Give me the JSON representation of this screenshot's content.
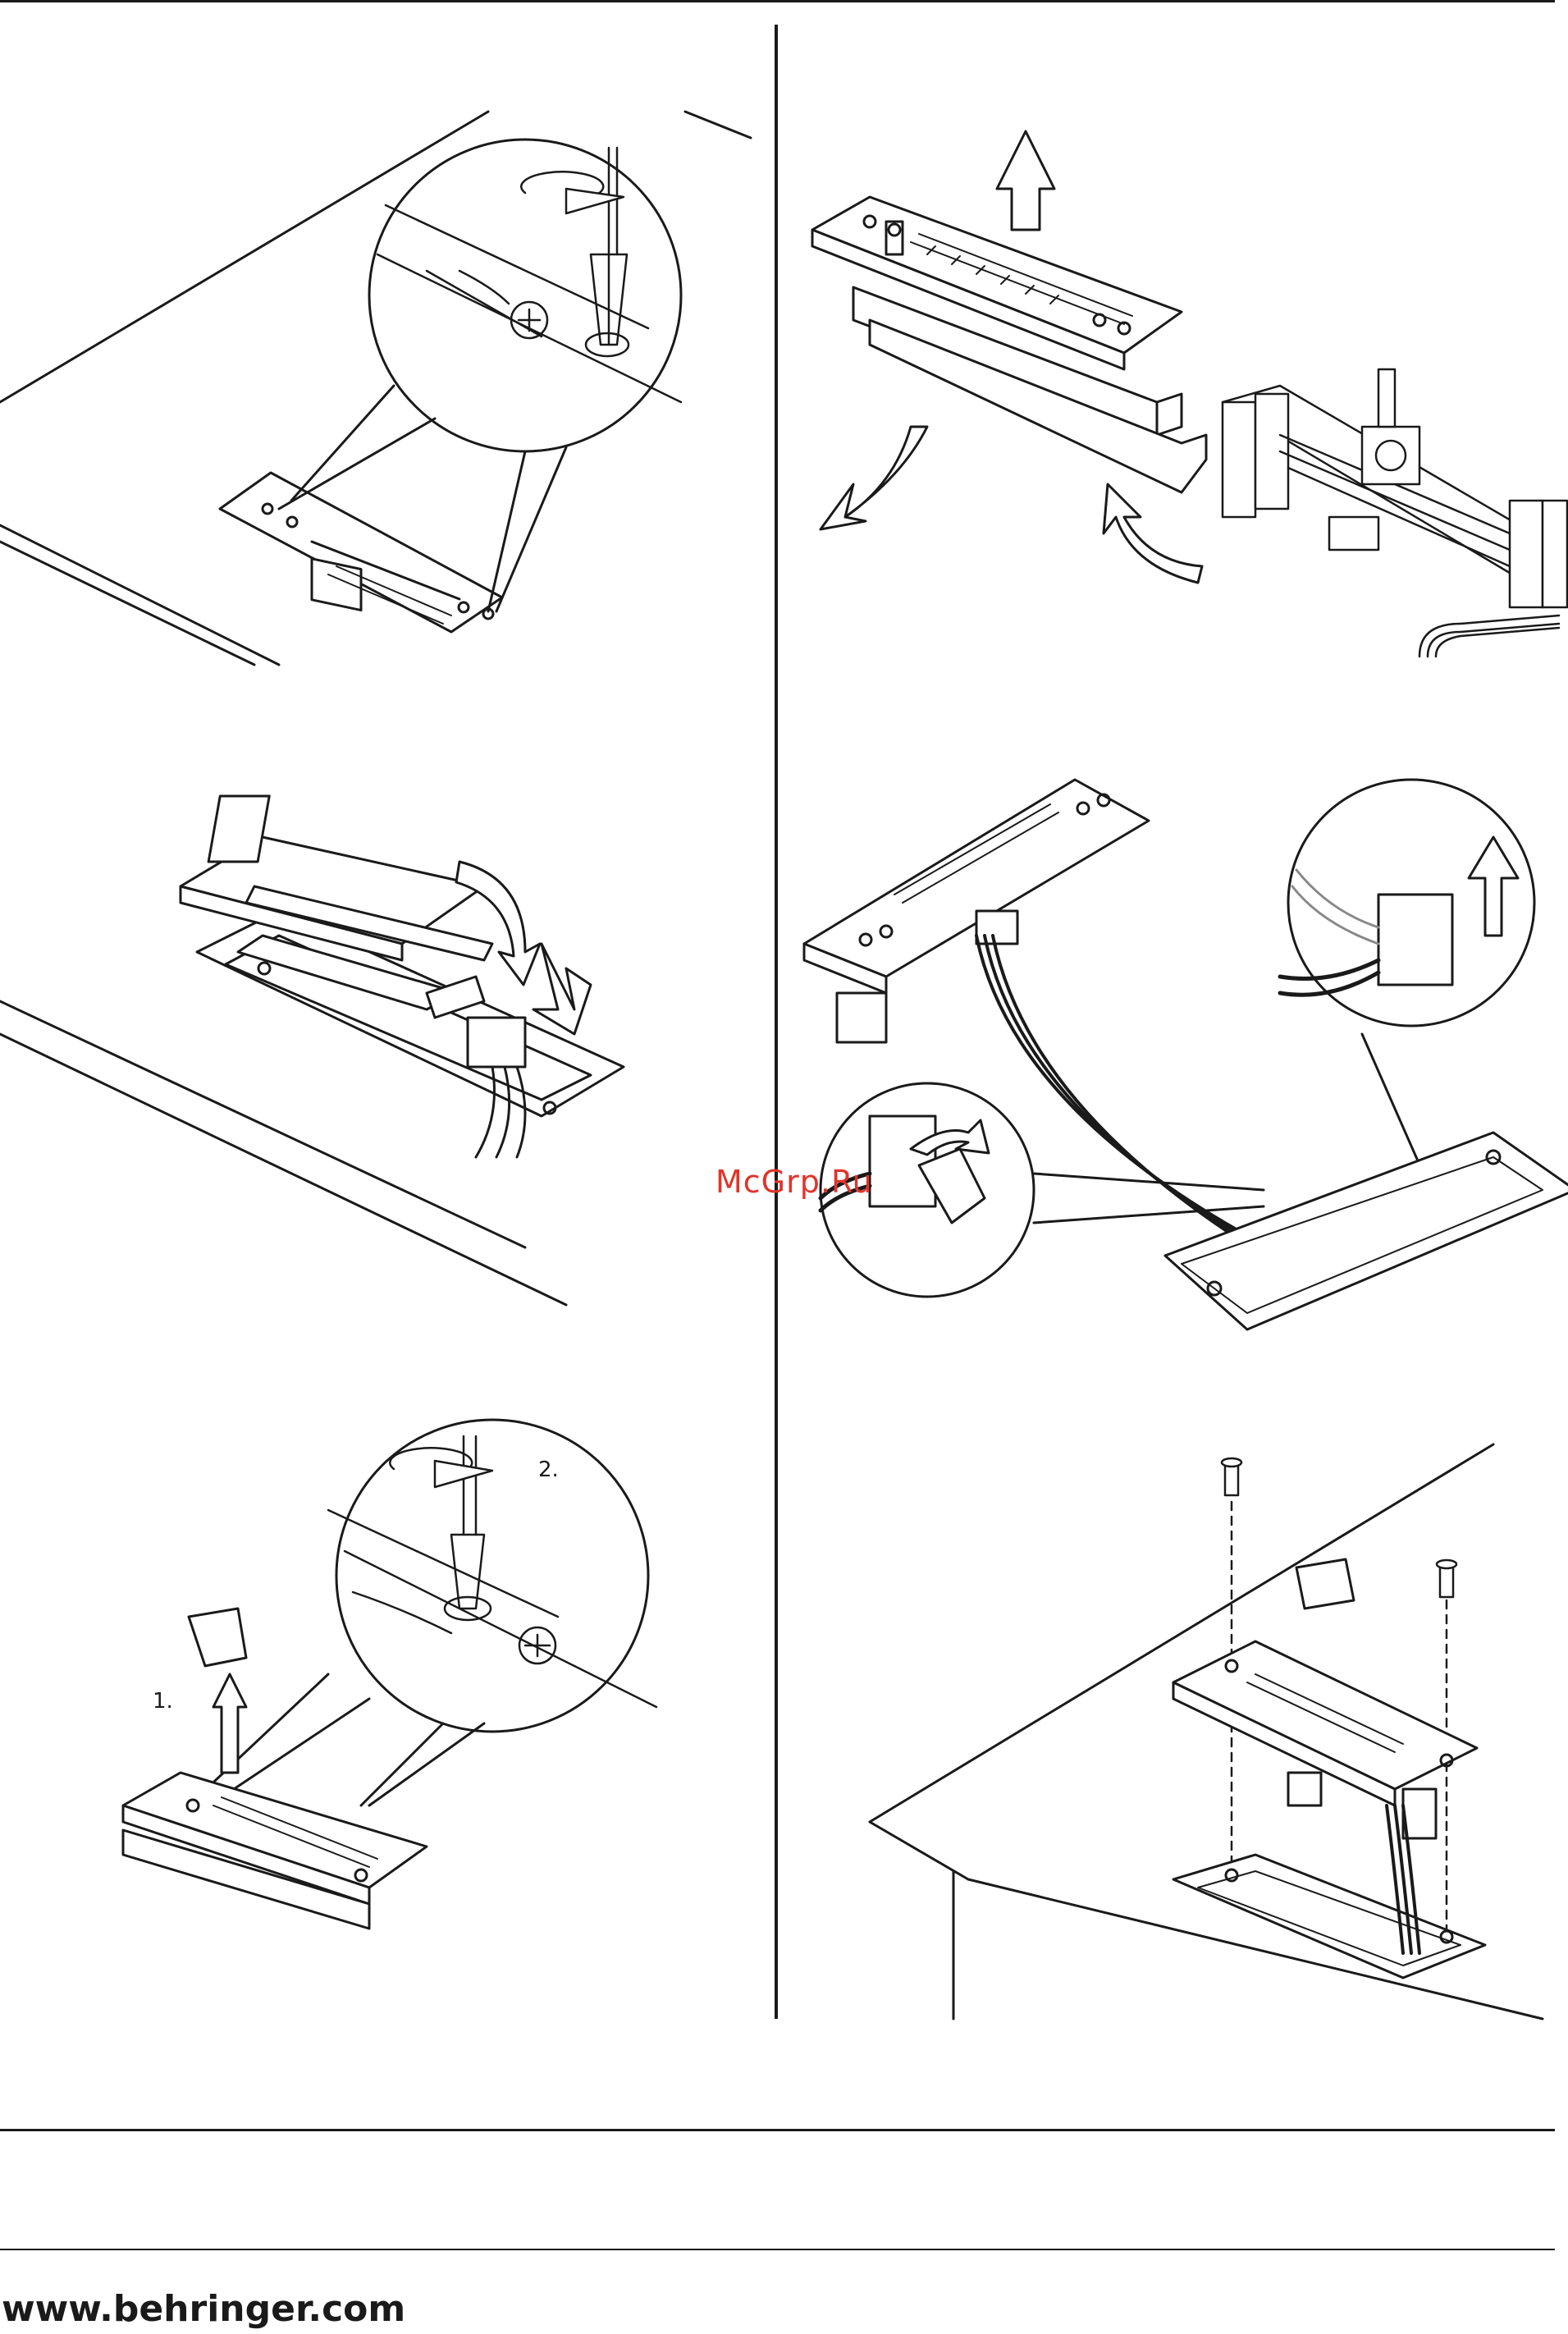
{
  "steps": {
    "step_1_label": "1.",
    "step_2_label_a": "2.",
    "step_2_label_b": "2."
  },
  "watermark": {
    "text": "McGrp.Ru",
    "color": "#e0342a"
  },
  "footer": {
    "url": "www.behringer.com"
  },
  "icons": [
    "screwdriver-icon",
    "rotate-arrow-icon",
    "up-arrow-icon",
    "down-arrow-icon",
    "curved-arrow-icon",
    "screw-icon",
    "phillips-screw-head-icon"
  ]
}
